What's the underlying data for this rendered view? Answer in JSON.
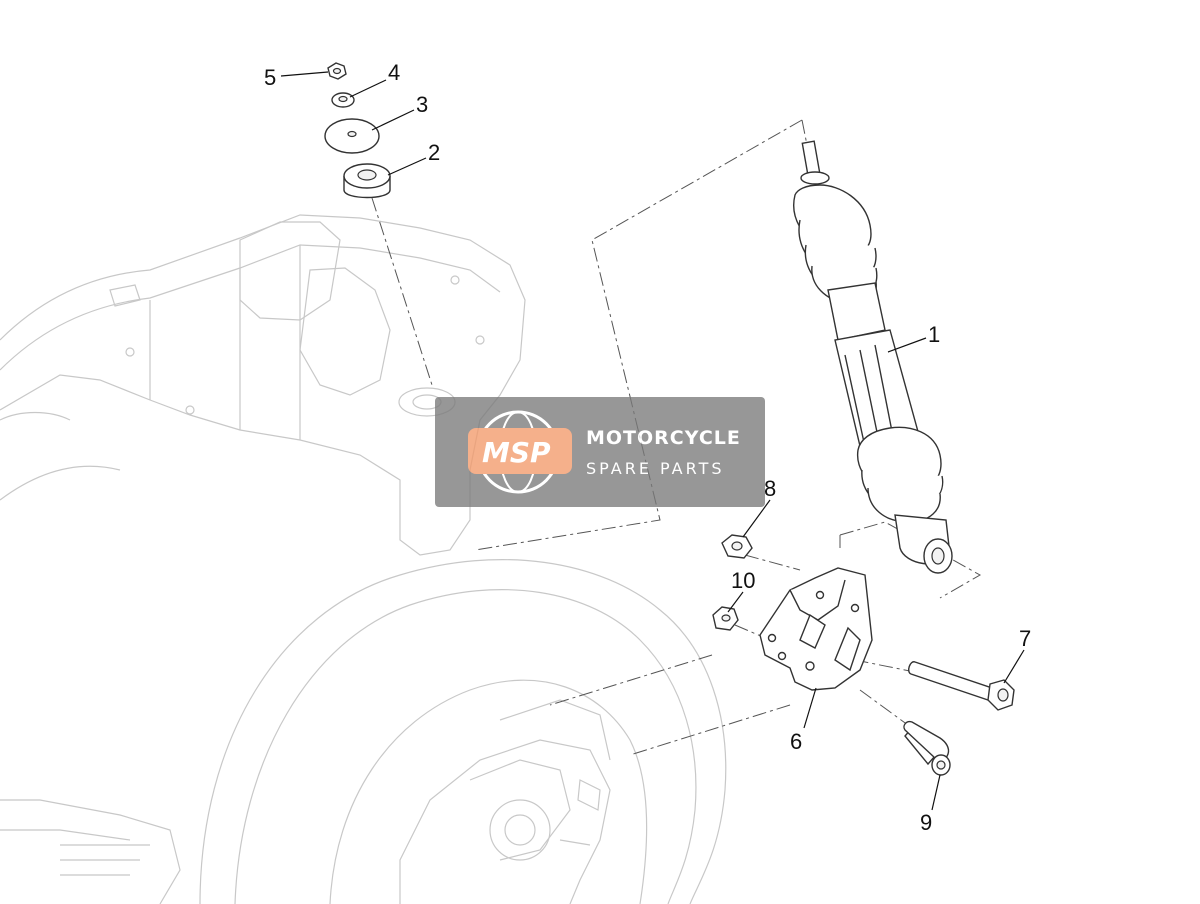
{
  "diagram": {
    "callouts": [
      "1",
      "2",
      "3",
      "4",
      "5",
      "6",
      "7",
      "8",
      "9",
      "10"
    ],
    "watermark": {
      "logo": "MSP",
      "title": "MOTORCYCLE",
      "subtitle": "SPARE PARTS"
    },
    "colors": {
      "line": "#333333",
      "frame": "#c8c8c8",
      "watermark_bg": "#7a7a7a",
      "watermark_logo": "#f39a6b"
    }
  }
}
